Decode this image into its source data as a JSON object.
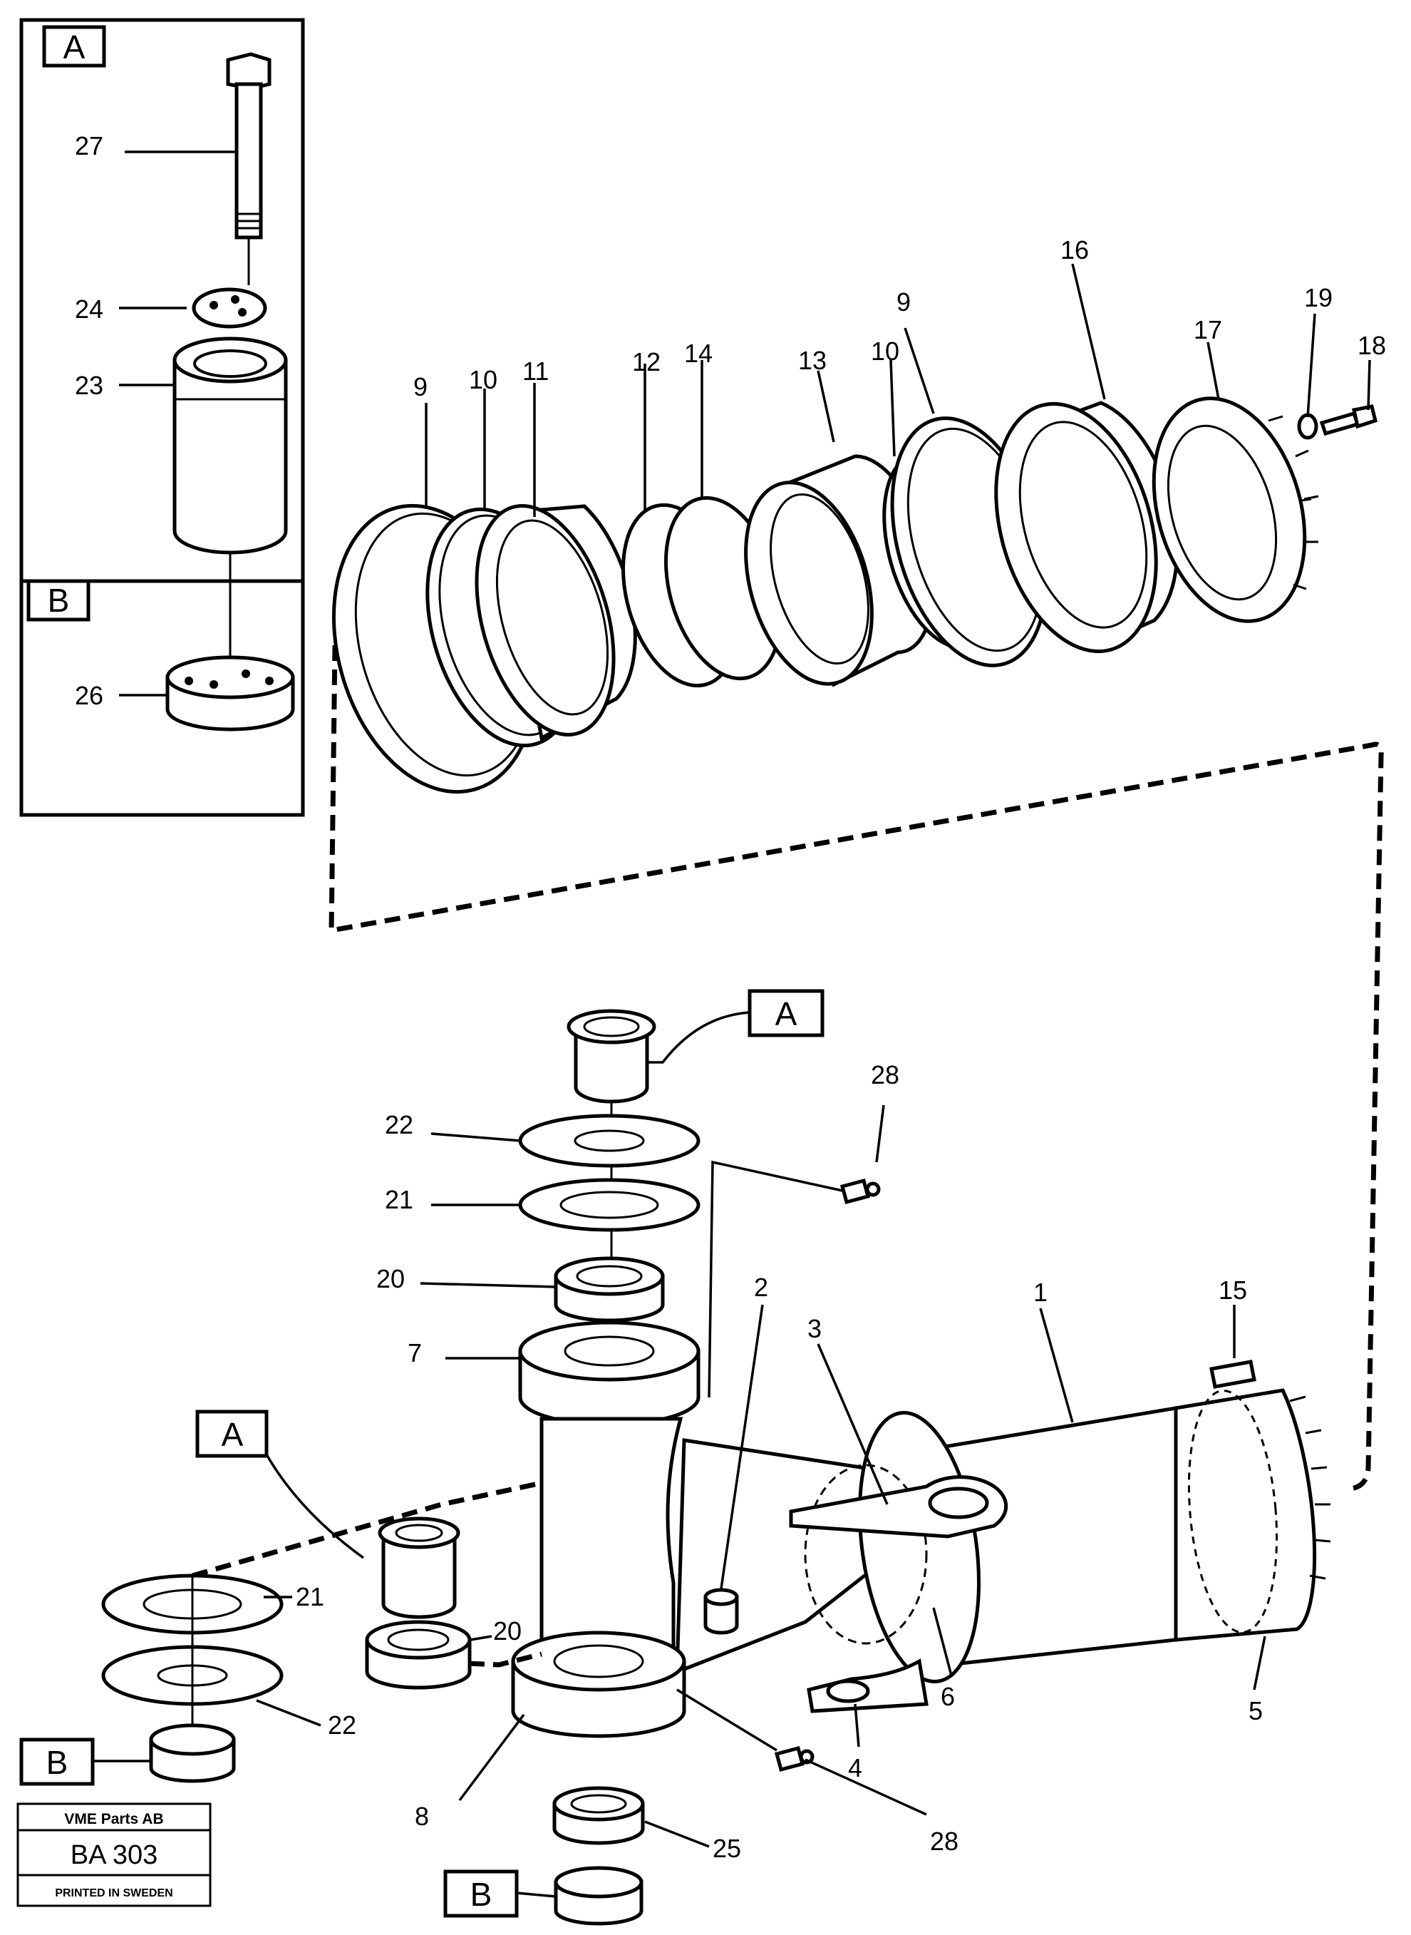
{
  "callouts": {
    "inset_a": "A",
    "inset_b": "B",
    "top_a": "A",
    "left_a": "A",
    "left_b": "B",
    "bottom_b": "B"
  },
  "parts": {
    "p27": "27",
    "p24": "24",
    "p23": "23",
    "p26": "26",
    "p9a": "9",
    "p10a": "10",
    "p11": "11",
    "p12": "12",
    "p14": "14",
    "p13": "13",
    "p10b": "10",
    "p9b": "9",
    "p16": "16",
    "p17": "17",
    "p19": "19",
    "p18": "18",
    "p28a": "28",
    "p22a": "22",
    "p21a": "21",
    "p20a": "20",
    "p7": "7",
    "p2": "2",
    "p3": "3",
    "p1": "1",
    "p15": "15",
    "p5": "5",
    "p6": "6",
    "p4": "4",
    "p21b": "21",
    "p20b": "20",
    "p22b": "22",
    "p8": "8",
    "p25": "25",
    "p28b": "28"
  },
  "stamp": {
    "company": "VME Parts AB",
    "code": "BA 303",
    "printed": "PRINTED IN SWEDEN"
  }
}
